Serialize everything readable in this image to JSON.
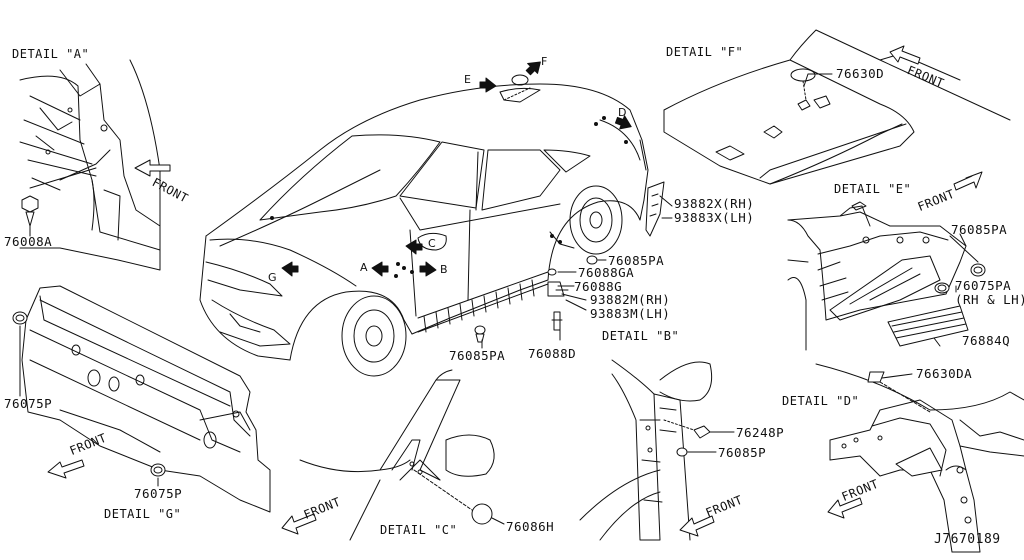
{
  "diagram": {
    "ref_code": "J7670189",
    "front_label": "FRONT",
    "details": {
      "A": "DETAIL \"A\"",
      "B": "DETAIL \"B\"",
      "C": "DETAIL \"C\"",
      "D": "DETAIL \"D\"",
      "E": "DETAIL \"E\"",
      "F": "DETAIL \"F\"",
      "G": "DETAIL \"G\""
    },
    "car_letters": {
      "A": "A",
      "B": "B",
      "C": "C",
      "D": "D",
      "E": "E",
      "F": "F",
      "G": "G"
    },
    "parts": {
      "p76008A": "76008A",
      "p76075P_top": "76075P",
      "p76075P_bottom": "76075P",
      "p76085PA_mid": "76085PA",
      "p76085PA_bottom": "76085PA",
      "p76088GA": "76088GA",
      "p76088G": "76088G",
      "p76088D": "76088D",
      "p93882X": "93882X(RH)",
      "p93883X": "93883X(LH)",
      "p93882M": "93882M(RH)",
      "p93883M": "93883M(LH)",
      "p76630D": "76630D",
      "p76085PA_E": "76085PA",
      "p76075PA": "76075PA",
      "p76075PA_sub": "(RH & LH)",
      "p76884Q": "76884Q",
      "p76630DA": "76630DA",
      "p76248P": "76248P",
      "p76085P": "76085P",
      "p76086H": "76086H"
    }
  }
}
